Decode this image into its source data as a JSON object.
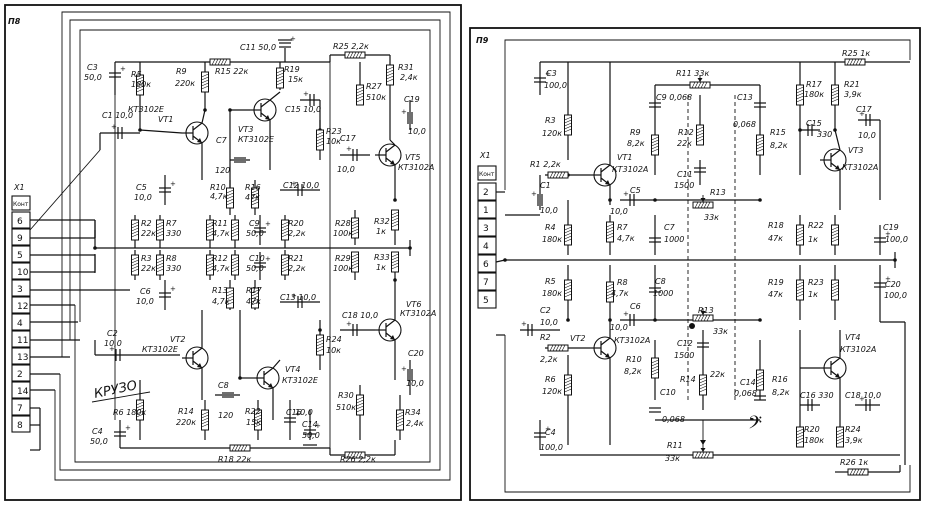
{
  "panel_left": {
    "title": "П8",
    "connector_title": "X1",
    "connector_head": "Конт",
    "pins": [
      "6",
      "9",
      "5",
      "10",
      "3",
      "12",
      "4",
      "11",
      "13",
      "2",
      "14",
      "7",
      "8"
    ],
    "logo": "КРУЗО",
    "labels": [
      {
        "id": "c3",
        "text": "C3"
      },
      {
        "id": "c3v",
        "text": "50,0"
      },
      {
        "id": "r5",
        "text": "R5"
      },
      {
        "id": "r5v",
        "text": "180к"
      },
      {
        "id": "r9",
        "text": "R9"
      },
      {
        "id": "r9v",
        "text": "220к"
      },
      {
        "id": "r15",
        "text": "R15 22к"
      },
      {
        "id": "c11",
        "text": "C11 50,0"
      },
      {
        "id": "r19",
        "text": "R19"
      },
      {
        "id": "r19v",
        "text": "15к"
      },
      {
        "id": "r25",
        "text": "R25 2,2к"
      },
      {
        "id": "r27",
        "text": "R27"
      },
      {
        "id": "r27v",
        "text": "510к"
      },
      {
        "id": "r31",
        "text": "R31"
      },
      {
        "id": "r31v",
        "text": "2,4к"
      },
      {
        "id": "c19",
        "text": "C19"
      },
      {
        "id": "c19v",
        "text": "10,0"
      },
      {
        "id": "vt1",
        "text": "КТ3102Е"
      },
      {
        "id": "vt1n",
        "text": "VT1"
      },
      {
        "id": "c1",
        "text": "C1 10,0"
      },
      {
        "id": "vt3",
        "text": "VT3"
      },
      {
        "id": "vt3t",
        "text": "КТ3102Е"
      },
      {
        "id": "c15",
        "text": "C15 10,0"
      },
      {
        "id": "r23",
        "text": "R23"
      },
      {
        "id": "r23v",
        "text": "10к"
      },
      {
        "id": "c17",
        "text": "C17"
      },
      {
        "id": "c17v",
        "text": "10,0"
      },
      {
        "id": "vt5",
        "text": "VT5"
      },
      {
        "id": "vt5t",
        "text": "КТ3102А"
      },
      {
        "id": "c7",
        "text": "C7"
      },
      {
        "id": "c7v",
        "text": "120"
      },
      {
        "id": "c5",
        "text": "C5"
      },
      {
        "id": "c5v",
        "text": "10,0"
      },
      {
        "id": "r10",
        "text": "R10"
      },
      {
        "id": "r10v",
        "text": "4,7к"
      },
      {
        "id": "r16",
        "text": "R16"
      },
      {
        "id": "r16v",
        "text": "47к"
      },
      {
        "id": "c12",
        "text": "C12 10,0"
      },
      {
        "id": "r2",
        "text": "R2"
      },
      {
        "id": "r2v",
        "text": "22к"
      },
      {
        "id": "r7",
        "text": "R7"
      },
      {
        "id": "r7v",
        "text": "330"
      },
      {
        "id": "r11",
        "text": "R11"
      },
      {
        "id": "r11v",
        "text": "4,7к"
      },
      {
        "id": "c9",
        "text": "C9"
      },
      {
        "id": "c9v",
        "text": "50,0"
      },
      {
        "id": "r20",
        "text": "R20"
      },
      {
        "id": "r20v",
        "text": "2,2к"
      },
      {
        "id": "r28",
        "text": "R28"
      },
      {
        "id": "r28v",
        "text": "100к"
      },
      {
        "id": "r32",
        "text": "R32"
      },
      {
        "id": "r32v",
        "text": "1к"
      },
      {
        "id": "r3",
        "text": "R3"
      },
      {
        "id": "r3v",
        "text": "22к"
      },
      {
        "id": "r8",
        "text": "R8"
      },
      {
        "id": "r8v",
        "text": "330"
      },
      {
        "id": "r12",
        "text": "R12"
      },
      {
        "id": "r12v",
        "text": "4,7к"
      },
      {
        "id": "c10",
        "text": "C10"
      },
      {
        "id": "c10v",
        "text": "50,0"
      },
      {
        "id": "r21",
        "text": "R21"
      },
      {
        "id": "r21v",
        "text": "2,2к"
      },
      {
        "id": "r29",
        "text": "R29"
      },
      {
        "id": "r29v",
        "text": "100к"
      },
      {
        "id": "r33",
        "text": "R33"
      },
      {
        "id": "r33v",
        "text": "1к"
      },
      {
        "id": "c6",
        "text": "C6"
      },
      {
        "id": "c6v",
        "text": "10,0"
      },
      {
        "id": "r13",
        "text": "R13"
      },
      {
        "id": "r13v",
        "text": "4,7к"
      },
      {
        "id": "r17",
        "text": "R17"
      },
      {
        "id": "r17v",
        "text": "47к"
      },
      {
        "id": "c13",
        "text": "C13 10,0"
      },
      {
        "id": "vt6",
        "text": "VT6"
      },
      {
        "id": "vt6t",
        "text": "КТ3102А"
      },
      {
        "id": "c18",
        "text": "C18 10,0"
      },
      {
        "id": "c2",
        "text": "C2"
      },
      {
        "id": "c2v",
        "text": "10,0"
      },
      {
        "id": "vt2",
        "text": "VT2"
      },
      {
        "id": "vt2t",
        "text": "КТ3102Е"
      },
      {
        "id": "r24",
        "text": "R24"
      },
      {
        "id": "r24v",
        "text": "10к"
      },
      {
        "id": "vt4",
        "text": "VT4"
      },
      {
        "id": "vt4t",
        "text": "КТ3102Е"
      },
      {
        "id": "c20",
        "text": "C20"
      },
      {
        "id": "c20v",
        "text": "10,0"
      },
      {
        "id": "c8",
        "text": "C8"
      },
      {
        "id": "c8v",
        "text": "120"
      },
      {
        "id": "r6",
        "text": "R6 180к"
      },
      {
        "id": "r14",
        "text": "R14"
      },
      {
        "id": "r14v",
        "text": "220к"
      },
      {
        "id": "r22",
        "text": "R22"
      },
      {
        "id": "r22v",
        "text": "15к"
      },
      {
        "id": "c16",
        "text": "C16"
      },
      {
        "id": "c16v",
        "text": "10,0"
      },
      {
        "id": "c14",
        "text": "C14"
      },
      {
        "id": "c14v",
        "text": "50,0"
      },
      {
        "id": "r30",
        "text": "R30"
      },
      {
        "id": "r30v",
        "text": "510к"
      },
      {
        "id": "r34",
        "text": "R34"
      },
      {
        "id": "r34v",
        "text": "2,4к"
      },
      {
        "id": "c4",
        "text": "C4"
      },
      {
        "id": "c4v",
        "text": "50,0"
      },
      {
        "id": "r18",
        "text": "R18 22к"
      },
      {
        "id": "r26",
        "text": "R26 2,2к"
      }
    ]
  },
  "panel_right": {
    "title": "П9",
    "connector_title": "X1",
    "connector_head": "Конт",
    "pins": [
      "2",
      "1",
      "3",
      "4",
      "6",
      "7",
      "5"
    ],
    "labels": [
      {
        "id": "r11a",
        "text": "R11 33к"
      },
      {
        "id": "r25",
        "text": "R25 1к"
      },
      {
        "id": "c3",
        "text": "C3"
      },
      {
        "id": "c3v",
        "text": "100,0"
      },
      {
        "id": "c9",
        "text": "C9 0,068"
      },
      {
        "id": "c13",
        "text": "C13"
      },
      {
        "id": "c13v",
        "text": "0,068"
      },
      {
        "id": "r17",
        "text": "R17"
      },
      {
        "id": "r17v",
        "text": "180к"
      },
      {
        "id": "r21",
        "text": "R21"
      },
      {
        "id": "r21v",
        "text": "3,9к"
      },
      {
        "id": "c15",
        "text": "C15"
      },
      {
        "id": "c15v",
        "text": "330"
      },
      {
        "id": "c17",
        "text": "C17"
      },
      {
        "id": "c17v",
        "text": "10,0"
      },
      {
        "id": "r3",
        "text": "R3"
      },
      {
        "id": "r3v",
        "text": "120к"
      },
      {
        "id": "r9",
        "text": "R9"
      },
      {
        "id": "r9v",
        "text": "8,2к"
      },
      {
        "id": "r12",
        "text": "R12"
      },
      {
        "id": "r12v",
        "text": "22к"
      },
      {
        "id": "r15",
        "text": "R15"
      },
      {
        "id": "r15v",
        "text": "8,2к"
      },
      {
        "id": "vt3",
        "text": "VT3"
      },
      {
        "id": "vt3t",
        "text": "КТ3102А"
      },
      {
        "id": "r1",
        "text": "R1 2,2к"
      },
      {
        "id": "vt1",
        "text": "VT1"
      },
      {
        "id": "vt1t",
        "text": "КТ3102А"
      },
      {
        "id": "c11",
        "text": "C11"
      },
      {
        "id": "c11v",
        "text": "1500"
      },
      {
        "id": "r13a",
        "text": "R13"
      },
      {
        "id": "r13av",
        "text": "33к"
      },
      {
        "id": "c1",
        "text": "C1"
      },
      {
        "id": "c1v",
        "text": "10,0"
      },
      {
        "id": "c5",
        "text": "C5"
      },
      {
        "id": "c5v",
        "text": "10,0"
      },
      {
        "id": "r4",
        "text": "R4"
      },
      {
        "id": "r4v",
        "text": "180к"
      },
      {
        "id": "r7",
        "text": "R7"
      },
      {
        "id": "r7v",
        "text": "4,7к"
      },
      {
        "id": "c7",
        "text": "C7"
      },
      {
        "id": "c7v",
        "text": "1000"
      },
      {
        "id": "r18",
        "text": "R18"
      },
      {
        "id": "r18v",
        "text": "47к"
      },
      {
        "id": "r22",
        "text": "R22"
      },
      {
        "id": "r22v",
        "text": "1к"
      },
      {
        "id": "c19",
        "text": "C19"
      },
      {
        "id": "c19v",
        "text": "100,0"
      },
      {
        "id": "r5",
        "text": "R5"
      },
      {
        "id": "r5v",
        "text": "180к"
      },
      {
        "id": "r8",
        "text": "R8"
      },
      {
        "id": "r8v",
        "text": "4,7к"
      },
      {
        "id": "c8",
        "text": "C8"
      },
      {
        "id": "c8v",
        "text": "1000"
      },
      {
        "id": "r19",
        "text": "R19"
      },
      {
        "id": "r19v",
        "text": "47к"
      },
      {
        "id": "r23",
        "text": "R23"
      },
      {
        "id": "r23v",
        "text": "1к"
      },
      {
        "id": "c20",
        "text": "C20"
      },
      {
        "id": "c20v",
        "text": "100,0"
      },
      {
        "id": "c2",
        "text": "C2"
      },
      {
        "id": "c2v",
        "text": "10,0"
      },
      {
        "id": "c6",
        "text": "C6"
      },
      {
        "id": "c6v",
        "text": "10,0"
      },
      {
        "id": "r13b",
        "text": "R13"
      },
      {
        "id": "r13bv",
        "text": "33к"
      },
      {
        "id": "r2",
        "text": "R2"
      },
      {
        "id": "r2v",
        "text": "2,2к"
      },
      {
        "id": "vt2",
        "text": "VT2"
      },
      {
        "id": "vt2t",
        "text": "КТ3102А"
      },
      {
        "id": "c12",
        "text": "C12"
      },
      {
        "id": "c12v",
        "text": "1500"
      },
      {
        "id": "vt4",
        "text": "VT4"
      },
      {
        "id": "vt4t",
        "text": "КТ3102А"
      },
      {
        "id": "r10",
        "text": "R10"
      },
      {
        "id": "r10v",
        "text": "8,2к"
      },
      {
        "id": "r14",
        "text": "R14"
      },
      {
        "id": "r14v",
        "text": "22к"
      },
      {
        "id": "c14",
        "text": "C14"
      },
      {
        "id": "c14v",
        "text": "0,068"
      },
      {
        "id": "r16",
        "text": "R16"
      },
      {
        "id": "r16v",
        "text": "8,2к"
      },
      {
        "id": "r6",
        "text": "R6"
      },
      {
        "id": "r6v",
        "text": "120к"
      },
      {
        "id": "c10",
        "text": "C10"
      },
      {
        "id": "c10v",
        "text": "0,068"
      },
      {
        "id": "c16",
        "text": "C16 330"
      },
      {
        "id": "c18",
        "text": "C18 10,0"
      },
      {
        "id": "c4",
        "text": "C4"
      },
      {
        "id": "c4v",
        "text": "100,0"
      },
      {
        "id": "r20",
        "text": "R20"
      },
      {
        "id": "r20v",
        "text": "180к"
      },
      {
        "id": "r24",
        "text": "R24"
      },
      {
        "id": "r24v",
        "text": "3,9к"
      },
      {
        "id": "r11b",
        "text": "R11"
      },
      {
        "id": "r11bv",
        "text": "33к"
      },
      {
        "id": "r26",
        "text": "R26 1к"
      }
    ]
  },
  "icons": [
    "bass-clef-icon"
  ]
}
